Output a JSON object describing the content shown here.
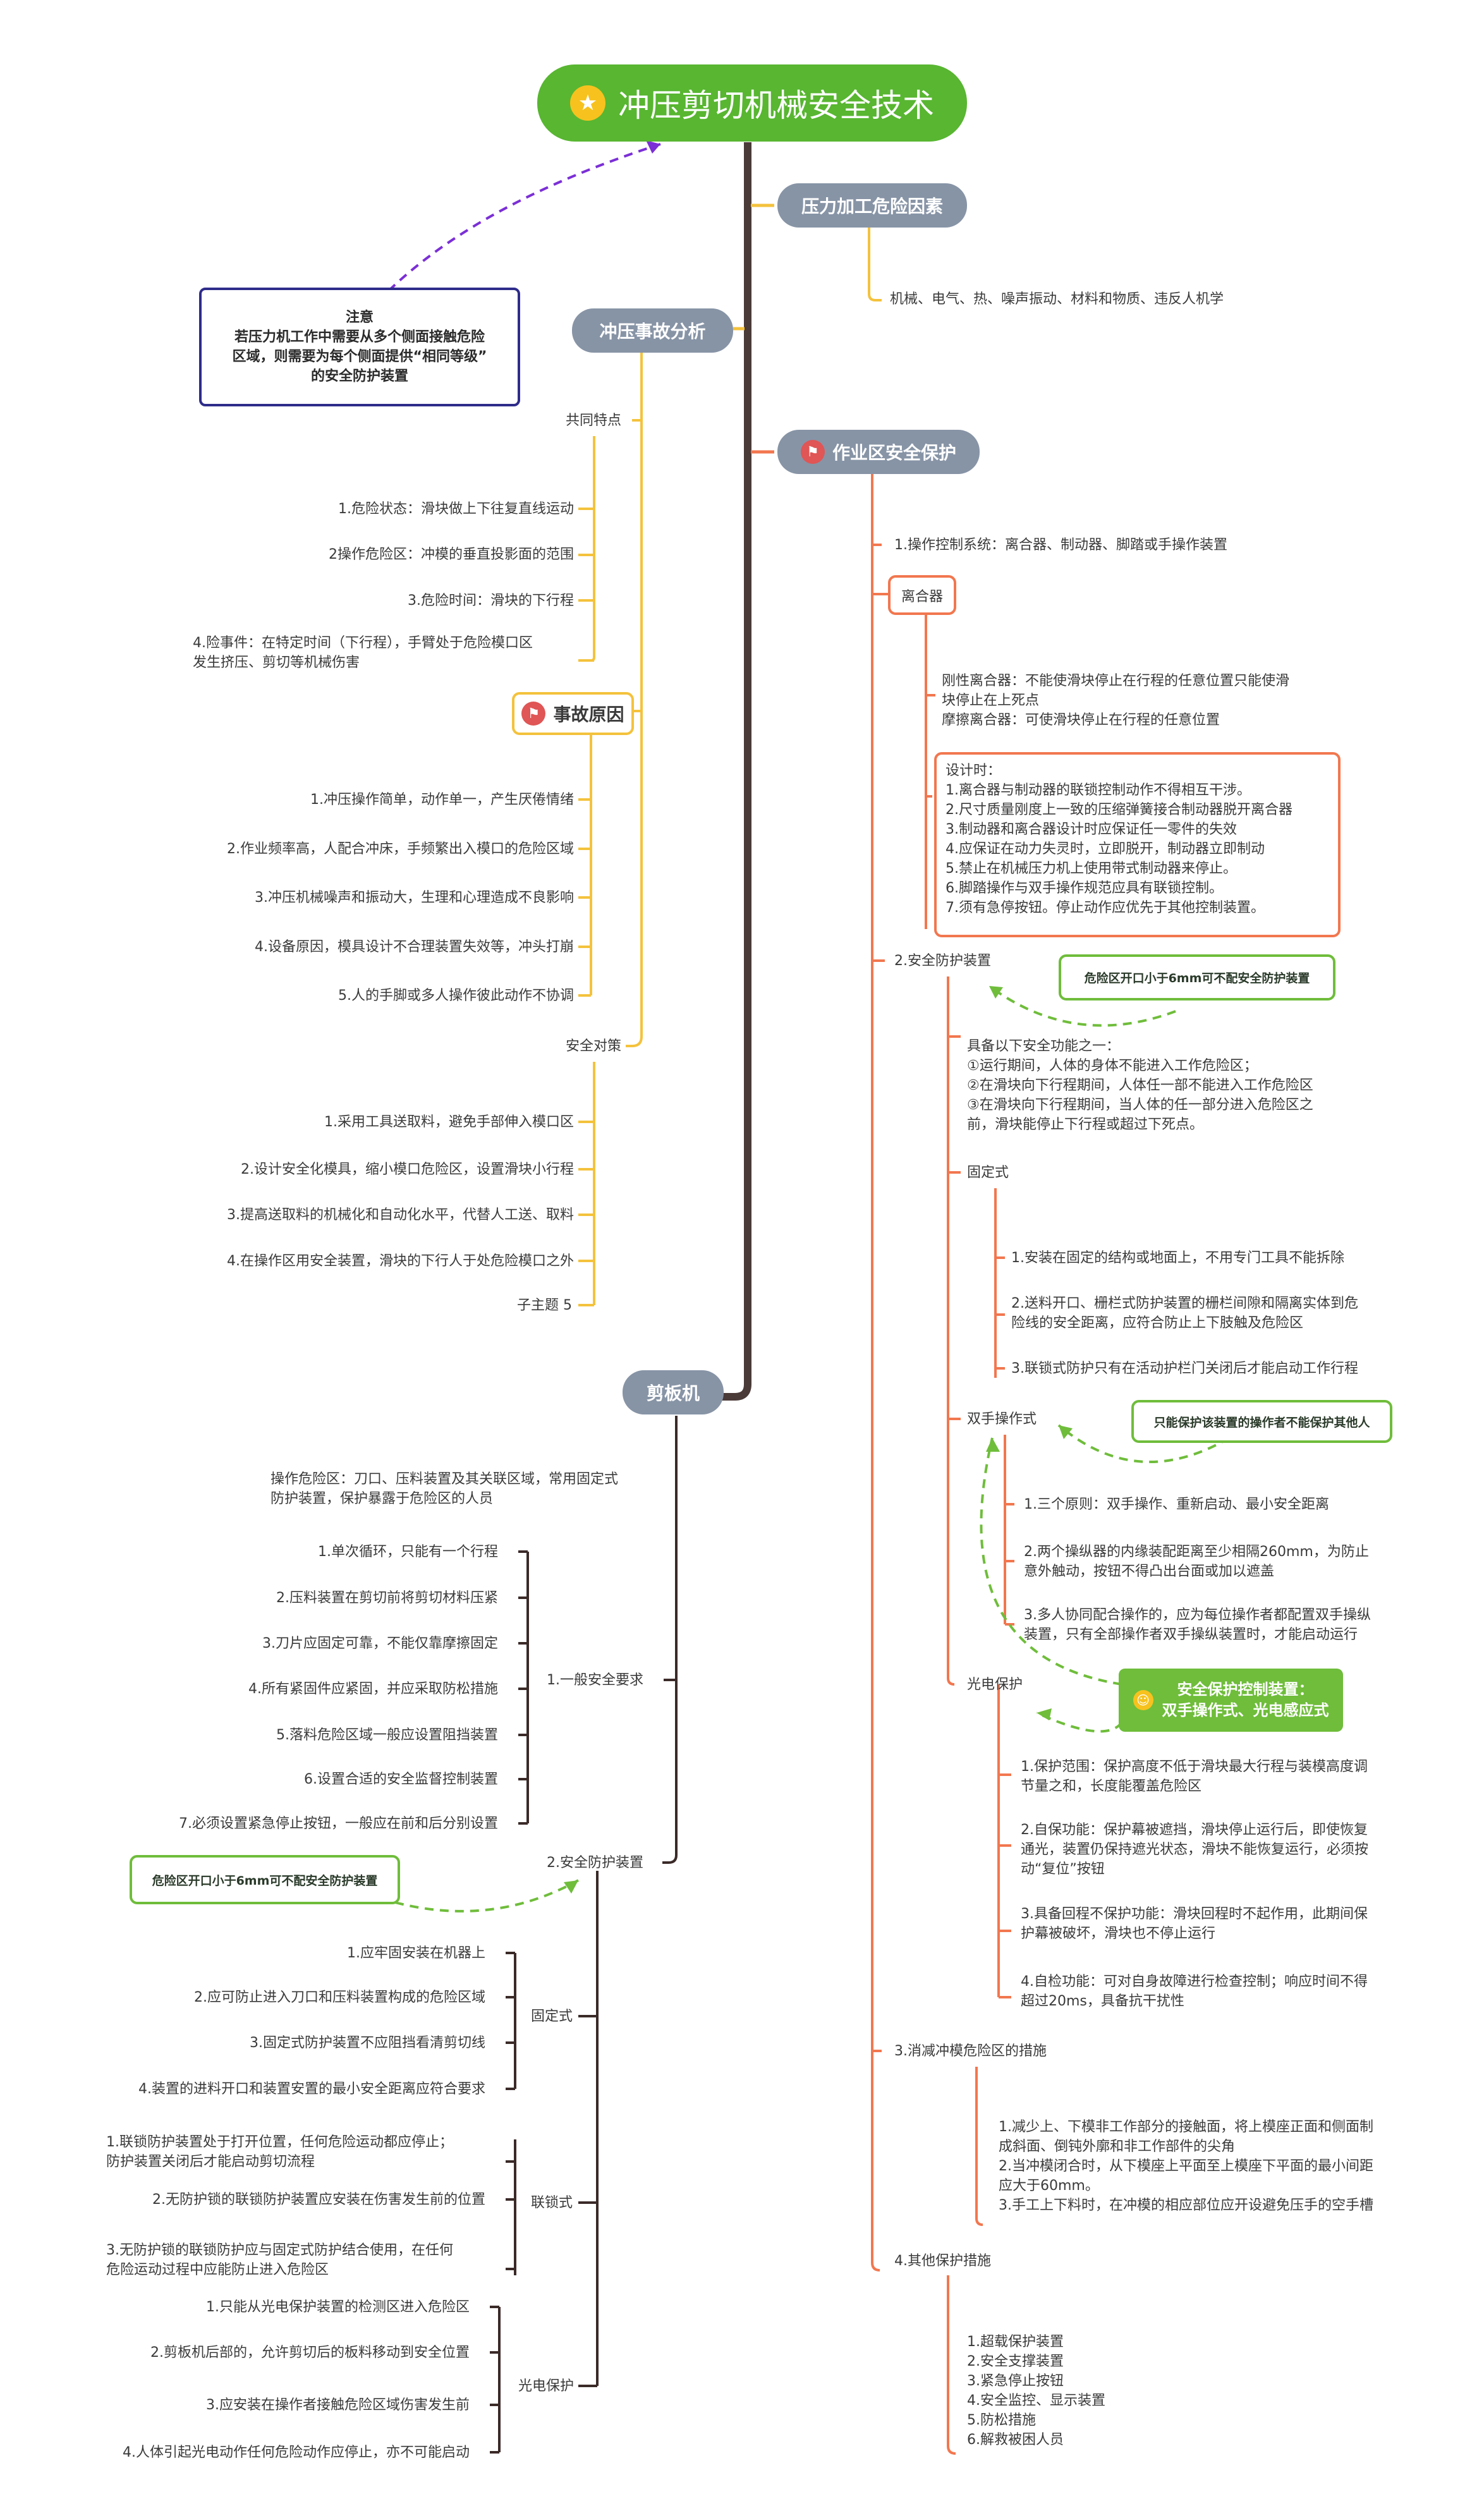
{
  "root": {
    "title": "冲压剪切机械安全技术",
    "icon": "star-icon"
  },
  "note": {
    "title": "注意",
    "lines": [
      "若压力机工作中需要从多个侧面接触危险",
      "区域，则需要为每个侧面提供“相同等级”",
      "的安全防护装置"
    ]
  },
  "hazard": {
    "label": "压力加工危险因素",
    "content": "机械、电气、热、噪声振动、材料和物质、违反人机学"
  },
  "accident": {
    "label": "冲压事故分析",
    "common_label": "共同特点",
    "common_items": [
      "1.危险状态：滑块做上下往复直线运动",
      "2操作危险区：冲模的垂直投影面的范围",
      "3.危险时间：滑块的下行程",
      "4.险事件：在特定时间（下行程），手臂处于危险模口区",
      "发生挤压、剪切等机械伤害"
    ],
    "cause_label": "事故原因",
    "cause_items": [
      "1.冲压操作简单，动作单一，产生厌倦情绪",
      "2.作业频率高，人配合冲床，手频繁出入模口的危险区域",
      "3.冲压机械噪声和振动大，生理和心理造成不良影响",
      "4.设备原因，模具设计不合理装置失效等，冲头打崩",
      "5.人的手脚或多人操作彼此动作不协调"
    ],
    "measure_label": "安全对策",
    "measure_items": [
      "1.采用工具送取料，避免手部伸入模口区",
      "2.设计安全化模具，缩小模口危险区，设置滑块小行程",
      "3.提高送取料的机械化和自动化水平，代替人工送、取料",
      "4.在操作区用安全装置，滑块的下行人于处危险模口之外"
    ],
    "subtopic": "子主题 5"
  },
  "work": {
    "label": "作业区安全保护",
    "ctrl": "1.操作控制系统：离合器、制动器、脚踏或手操作装置",
    "clutch_label": "离合器",
    "clutch_desc": [
      "刚性离合器：不能使滑块停止在行程的任意位置只能使滑",
      "块停止在上死点",
      "摩擦离合器：可使滑块停止在行程的任意位置"
    ],
    "design": [
      "设计时：",
      "1.离合器与制动器的联锁控制动作不得相互干涉。",
      "2.尺寸质量刚度上一致的压缩弹簧接合制动器脱开离合器",
      "3.制动器和离合器设计时应保证任一零件的失效",
      "4.应保证在动力失灵时，立即脱开，制动器立即制动",
      "5.禁止在机械压力机上使用带式制动器来停止。",
      "6.脚踏操作与双手操作规范应具有联锁控制。",
      "7.须有急停按钮。停止动作应优先于其他控制装置。"
    ],
    "guard_label": "2.安全防护装置",
    "guard_callout": "危险区开口小于6mm可不配安全防护装置",
    "guard_desc": [
      "具备以下安全功能之一：",
      "①运行期间，人体的身体不能进入工作危险区；",
      "②在滑块向下行程期间，人体任一部不能进入工作危险区",
      "③在滑块向下行程期间，当人体的任一部分进入危险区之",
      "前，滑块能停止下行程或超过下死点。"
    ],
    "fixed_label": "固定式",
    "fixed_items": [
      "1.安装在固定的结构或地面上，不用专门工具不能拆除",
      "2.送料开口、栅栏式防护装置的栅栏间隙和隔离实体到危",
      "险线的安全距离，应符合防止上下肢触及危险区",
      "3.联锁式防护只有在活动护栏门关闭后才能启动工作行程"
    ],
    "twohand_label": "双手操作式",
    "twohand_callout": "只能保护该装置的操作者不能保护其他人",
    "twohand_items": [
      "1.三个原则：双手操作、重新启动、最小安全距离",
      "2.两个操纵器的内缘装配距离至少相隔260mm，为防止",
      "意外触动，按钮不得凸出台面或加以遮盖",
      "3.多人协同配合操作的，应为每位操作者都配置双手操纵",
      "装置，只有全部操作者双手操纵装置时，才能启动运行"
    ],
    "ctrl_callout": [
      "安全保护控制装置：",
      "双手操作式、光电感应式"
    ],
    "photo_label": "光电保护",
    "photo_items": [
      "1.保护范围：保护高度不低于滑块最大行程与装模高度调",
      "节量之和，长度能覆盖危险区",
      "2.自保功能：保护幕被遮挡，滑块停止运行后，即使恢复",
      "通光，装置仍保持遮光状态，滑块不能恢复运行，必须按",
      "动“复位”按钮",
      "3.具备回程不保护功能：滑块回程时不起作用，此期间保",
      "护幕被破坏，滑块也不停止运行",
      "4.自检功能：可对自身故障进行检查控制；响应时间不得",
      "超过20ms，具备抗干扰性"
    ],
    "die_label": "3.消减冲模危险区的措施",
    "die_items": [
      "1.减少上、下模非工作部分的接触面，将上模座正面和侧面制",
      "成斜面、倒钝外廓和非工作部件的尖角",
      "2.当冲模闭合时，从下模座上平面至上模座下平面的最小间距",
      "应大于60mm。",
      "3.手工上下料时，在冲模的相应部位应开设避免压手的空手槽"
    ],
    "other_label": "4.其他保护措施",
    "other_items": [
      "1.超载保护装置",
      "2.安全支撑装置",
      "3.紧急停止按钮",
      "4.安全监控、显示装置",
      "5.防松措施",
      "6.解救被困人员"
    ]
  },
  "shear": {
    "label": "剪板机",
    "danger": [
      "操作危险区：刀口、压料装置及其关联区域，常用固定式",
      "防护装置，保护暴露于危险区的人员"
    ],
    "general_label": "1.一般安全要求",
    "general_items": [
      "1.单次循环，只能有一个行程",
      "2.压料装置在剪切前将剪切材料压紧",
      "3.刀片应固定可靠，不能仅靠摩擦固定",
      "4.所有紧固件应紧固，并应采取防松措施",
      "5.落料危险区域一般应设置阻挡装置",
      "6.设置合适的安全监督控制装置",
      "7.必须设置紧急停止按钮，一般应在前和后分别设置"
    ],
    "guard_label": "2.安全防护装置",
    "guard_callout": "危险区开口小于6mm可不配安全防护装置",
    "fixed_label": "固定式",
    "fixed_items": [
      "1.应牢固安装在机器上",
      "2.应可防止进入刀口和压料装置构成的危险区域",
      "3.固定式防护装置不应阻挡看清剪切线",
      "4.装置的进料开口和装置安置的最小安全距离应符合要求"
    ],
    "interlock_label": "联锁式",
    "interlock_items": [
      "1.联锁防护装置处于打开位置，任何危险运动都应停止；",
      "防护装置关闭后才能启动剪切流程",
      "2.无防护锁的联锁防护装置应安装在伤害发生前的位置",
      "3.无防护锁的联锁防护应与固定式防护结合使用，在任何",
      "危险运动过程中应能防止进入危险区"
    ],
    "photo_label": "光电保护",
    "photo_items": [
      "1.只能从光电保护装置的检测区进入危险区",
      "2.剪板机后部的，允许剪切后的板料移动到安全位置",
      "3.应安装在操作者接触危险区域伤害发生前",
      "4.人体引起光电动作任何危险动作应停止，亦不可能启动"
    ]
  },
  "colors": {
    "spine": "#4a3a38",
    "orange": "#f2774f",
    "yellow": "#f4c23c",
    "navy": "#2e2c8a",
    "green": "#6fbd3b",
    "purple": "#7b2fd6",
    "pill": "#8794a6",
    "root": "#58b631"
  }
}
